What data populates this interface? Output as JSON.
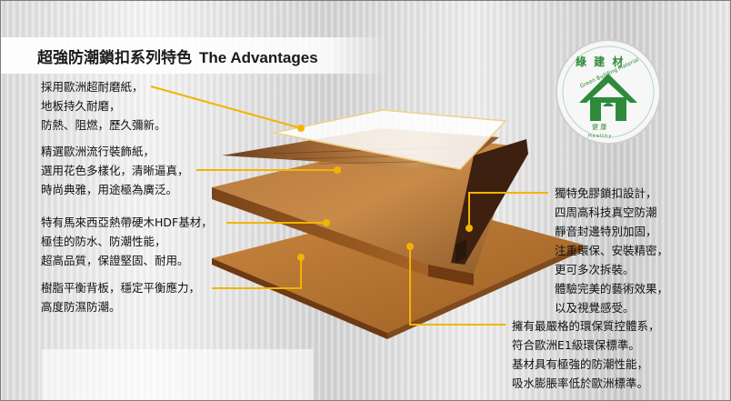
{
  "header": {
    "title_zh": "超強防潮鎖扣系列特色",
    "title_en": "The Advantages"
  },
  "notes": {
    "wear_layer": "採用歐洲超耐磨紙，\n地板持久耐磨，\n防熱、阻燃，歷久彌新。",
    "decor_paper": "精選歐洲流行裝飾紙，\n選用花色多樣化，清晰逼真，\n時尚典雅，用途極為廣泛。",
    "hdf_core": "特有馬來西亞熱帶硬木HDF基材，\n極佳的防水、防潮性能，\n超高品質，保證堅固、耐用。",
    "backing": "樹脂平衡背板，穩定平衡應力，\n高度防濕防潮。",
    "lock_design": "獨特免膠鎖扣設計，\n四周高科技真空防潮\n靜音封邊特別加固，\n注重環保、安裝精密，\n更可多次拆裝。\n體驗完美的藝術效果，\n以及視覺感受。",
    "environment": "擁有最嚴格的環保質控體系，\n符合歐洲E1級環保標準。\n基材具有極強的防潮性能，\n吸水膨脹率低於歐洲標準。"
  },
  "badge": {
    "top_chars": "綠 建 材",
    "arc_text": "Green Building Material",
    "bottom_chars": "健 康",
    "bottom_en": "Healthy"
  },
  "colors": {
    "callout": "#f2b400",
    "badge_green": "#2e8b3a"
  }
}
